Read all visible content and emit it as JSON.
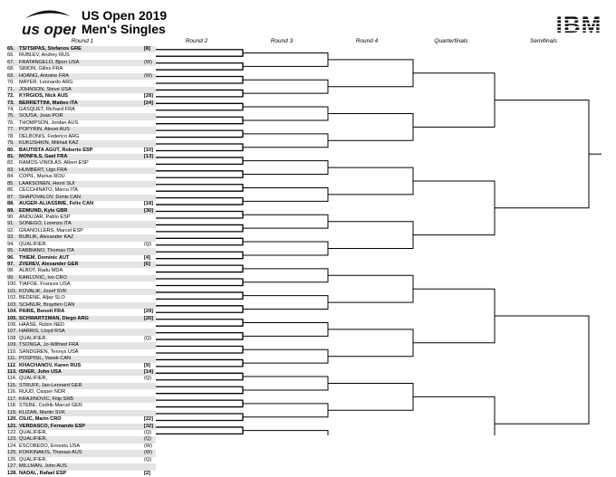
{
  "header": {
    "logo_text": "us open",
    "title": "US Open 2019",
    "subtitle": "Men's Singles",
    "sponsor": "IBM"
  },
  "rounds": [
    "Round 1",
    "Round 2",
    "Round 3",
    "Round 4",
    "Quarterfinals",
    "Semifinals"
  ],
  "players": [
    {
      "num": "65.",
      "name": "TSITSIPAS, Stefanos GRE",
      "tag": "[8]",
      "seeded": true
    },
    {
      "num": "66.",
      "name": "RUBLEV, Andrey RUS",
      "tag": "",
      "seeded": false
    },
    {
      "num": "67.",
      "name": "FRATANGELO, Bjorn USA",
      "tag": "(W)",
      "seeded": false
    },
    {
      "num": "68.",
      "name": "SIMON, Gilles FRA",
      "tag": "",
      "seeded": false
    },
    {
      "num": "69.",
      "name": "HOANG, Antoine FRA",
      "tag": "(W)",
      "seeded": false
    },
    {
      "num": "70.",
      "name": "MAYER, Leonardo ARG",
      "tag": "",
      "seeded": false
    },
    {
      "num": "71.",
      "name": "JOHNSON, Steve USA",
      "tag": "",
      "seeded": false
    },
    {
      "num": "72.",
      "name": "KYRGIOS, Nick AUS",
      "tag": "[28]",
      "seeded": true
    },
    {
      "num": "73.",
      "name": "BERRETTINI, Matteo ITA",
      "tag": "[24]",
      "seeded": true
    },
    {
      "num": "74.",
      "name": "GASQUET, Richard FRA",
      "tag": "",
      "seeded": false
    },
    {
      "num": "75.",
      "name": "SOUSA, Joao POR",
      "tag": "",
      "seeded": false
    },
    {
      "num": "76.",
      "name": "THOMPSON, Jordan AUS",
      "tag": "",
      "seeded": false
    },
    {
      "num": "77.",
      "name": "POPYRIN, Alexei AUS",
      "tag": "",
      "seeded": false
    },
    {
      "num": "78.",
      "name": "DELBONIS, Federico ARG",
      "tag": "",
      "seeded": false
    },
    {
      "num": "79.",
      "name": "KUKUSHKIN, Mikhail KAZ",
      "tag": "",
      "seeded": false
    },
    {
      "num": "80.",
      "name": "BAUTISTA AGUT, Roberto ESP",
      "tag": "[10]",
      "seeded": true
    },
    {
      "num": "81.",
      "name": "MONFILS, Gael FRA",
      "tag": "[13]",
      "seeded": true
    },
    {
      "num": "82.",
      "name": "RAMOS-VINOLAS, Albert ESP",
      "tag": "",
      "seeded": false
    },
    {
      "num": "83.",
      "name": "HUMBERT, Ugo FRA",
      "tag": "",
      "seeded": false
    },
    {
      "num": "84.",
      "name": "COPIL, Marius ROU",
      "tag": "",
      "seeded": false
    },
    {
      "num": "85.",
      "name": "LAAKSONEN, Henri SUI",
      "tag": "",
      "seeded": false
    },
    {
      "num": "86.",
      "name": "CECCHINATO, Marco ITA",
      "tag": "",
      "seeded": false
    },
    {
      "num": "87.",
      "name": "SHAPOVALOV, Denis CAN",
      "tag": "",
      "seeded": false
    },
    {
      "num": "88.",
      "name": "AUGER-ALIASSIME, Felix CAN",
      "tag": "[18]",
      "seeded": true
    },
    {
      "num": "89.",
      "name": "EDMUND, Kyle GBR",
      "tag": "[30]",
      "seeded": true
    },
    {
      "num": "90.",
      "name": "ANDUJAR, Pablo ESP",
      "tag": "",
      "seeded": false
    },
    {
      "num": "91.",
      "name": "SONEGO, Lorenzo ITA",
      "tag": "",
      "seeded": false
    },
    {
      "num": "92.",
      "name": "GRANOLLERS, Marcel ESP",
      "tag": "",
      "seeded": false
    },
    {
      "num": "93.",
      "name": "BUBLIK, Alexander KAZ",
      "tag": "",
      "seeded": false
    },
    {
      "num": "94.",
      "name": "QUALIFIER,",
      "tag": "(Q)",
      "seeded": false
    },
    {
      "num": "95.",
      "name": "FABBIANO, Thomas ITA",
      "tag": "",
      "seeded": false
    },
    {
      "num": "96.",
      "name": "THIEM, Dominic AUT",
      "tag": "[4]",
      "seeded": true
    },
    {
      "num": "97.",
      "name": "ZVEREV, Alexander GER",
      "tag": "[6]",
      "seeded": true
    },
    {
      "num": "98.",
      "name": "ALBOT, Radu MDA",
      "tag": "",
      "seeded": false
    },
    {
      "num": "99.",
      "name": "KARLOVIC, Ivo CRO",
      "tag": "",
      "seeded": false
    },
    {
      "num": "100.",
      "name": "TIAFOE, Frances USA",
      "tag": "",
      "seeded": false
    },
    {
      "num": "101.",
      "name": "KOVALIK, Jozef SVK",
      "tag": "",
      "seeded": false
    },
    {
      "num": "102.",
      "name": "BEDENE, Aljaz SLO",
      "tag": "",
      "seeded": false
    },
    {
      "num": "103.",
      "name": "SCHNUR, Brayden CAN",
      "tag": "",
      "seeded": false
    },
    {
      "num": "104.",
      "name": "PAIRE, Benoit FRA",
      "tag": "[29]",
      "seeded": true
    },
    {
      "num": "105.",
      "name": "SCHWARTZMAN, Diego ARG",
      "tag": "[20]",
      "seeded": true
    },
    {
      "num": "106.",
      "name": "HAASE, Robin NED",
      "tag": "",
      "seeded": false
    },
    {
      "num": "107.",
      "name": "HARRIS, Lloyd RSA",
      "tag": "",
      "seeded": false
    },
    {
      "num": "108.",
      "name": "QUALIFIER,",
      "tag": "(Q)",
      "seeded": false
    },
    {
      "num": "109.",
      "name": "TSONGA, Jo-Wilfried FRA",
      "tag": "",
      "seeded": false
    },
    {
      "num": "110.",
      "name": "SANDGREN, Tennys USA",
      "tag": "",
      "seeded": false
    },
    {
      "num": "111.",
      "name": "POSPISIL, Vasek CAN",
      "tag": "",
      "seeded": false
    },
    {
      "num": "112.",
      "name": "KHACHANOV, Karen RUS",
      "tag": "[9]",
      "seeded": true
    },
    {
      "num": "113.",
      "name": "ISNER, John USA",
      "tag": "[14]",
      "seeded": true
    },
    {
      "num": "114.",
      "name": "QUALIFIER,",
      "tag": "(Q)",
      "seeded": false
    },
    {
      "num": "115.",
      "name": "STRUFF, Jan-Lennard GER",
      "tag": "",
      "seeded": false
    },
    {
      "num": "116.",
      "name": "RUUD, Casper NOR",
      "tag": "",
      "seeded": false
    },
    {
      "num": "117.",
      "name": "KRAJINOVIC, Filip SRB",
      "tag": "",
      "seeded": false
    },
    {
      "num": "118.",
      "name": "STEBE, Cedrik-Marcel GER",
      "tag": "",
      "seeded": false
    },
    {
      "num": "119.",
      "name": "KLIZAN, Martin SVK",
      "tag": "",
      "seeded": false
    },
    {
      "num": "120.",
      "name": "CILIC, Marin CRO",
      "tag": "[22]",
      "seeded": true
    },
    {
      "num": "121.",
      "name": "VERDASCO, Fernando ESP",
      "tag": "[32]",
      "seeded": true
    },
    {
      "num": "122.",
      "name": "QUALIFIER,",
      "tag": "(Q)",
      "seeded": false
    },
    {
      "num": "123.",
      "name": "QUALIFIER,",
      "tag": "(Q)",
      "seeded": false
    },
    {
      "num": "124.",
      "name": "ESCOBEDO, Ernesto USA",
      "tag": "(W)",
      "seeded": false
    },
    {
      "num": "125.",
      "name": "KOKKINAKIS, Thanasi AUS",
      "tag": "(W)",
      "seeded": false
    },
    {
      "num": "126.",
      "name": "QUALIFIER,",
      "tag": "(Q)",
      "seeded": false
    },
    {
      "num": "127.",
      "name": "MILLMAN, John AUS",
      "tag": "",
      "seeded": false
    },
    {
      "num": "128.",
      "name": "NADAL, Rafael ESP",
      "tag": "[2]",
      "seeded": true
    }
  ],
  "colors": {
    "row_shade": "#e4e4e4",
    "line": "#000000",
    "brand": "#1a1a1a"
  }
}
